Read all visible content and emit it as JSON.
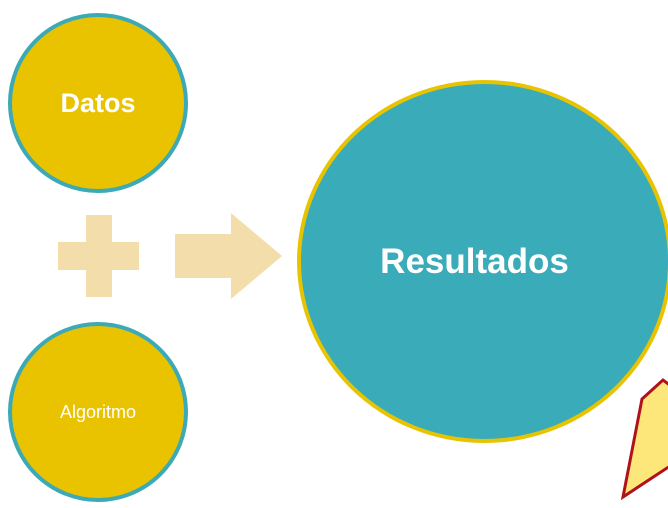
{
  "diagram": {
    "nodes": {
      "datos": {
        "label": "Datos"
      },
      "algoritmo": {
        "label": "Algoritmo"
      },
      "resultados": {
        "label": "Resultados"
      }
    },
    "colors": {
      "gold": "#e9c300",
      "teal": "#3aabb8",
      "connector": "#f3deab",
      "callout_fill": "#fde77a",
      "callout_stroke": "#b0121b",
      "text": "#ffffff"
    },
    "symbols": {
      "plus": "plus-icon",
      "arrow": "right-arrow-icon"
    }
  }
}
